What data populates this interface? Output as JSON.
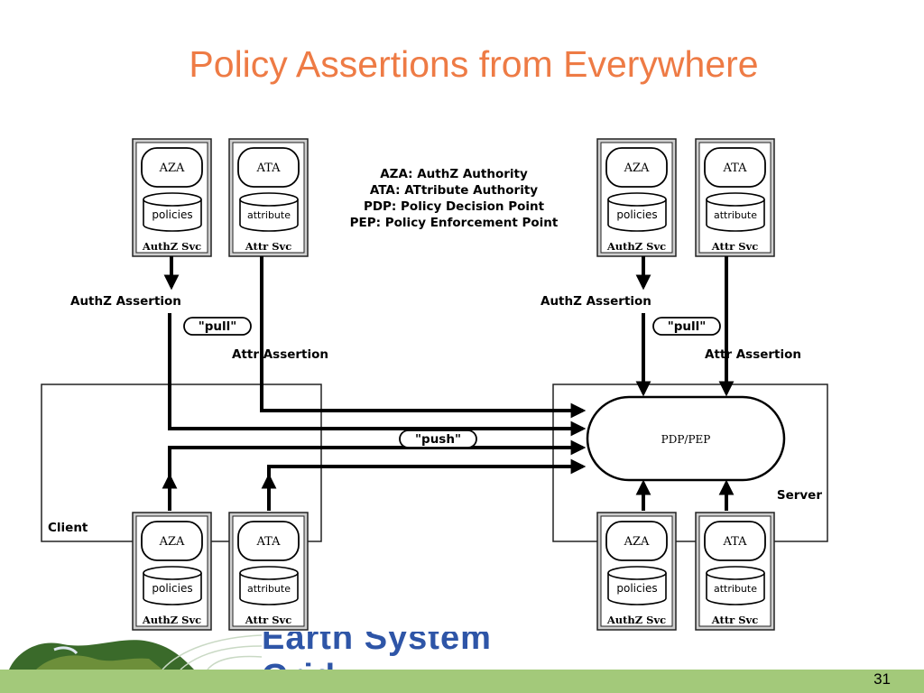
{
  "slide": {
    "title": "Policy Assertions from Everywhere",
    "number": "31",
    "logo_text": "Earth System Grid"
  },
  "legend": [
    "AZA: AuthZ Authority",
    "ATA: ATtribute Authority",
    "PDP: Policy Decision Point",
    "PEP: Policy Enforcement Point"
  ],
  "services": {
    "aza": {
      "name": "AZA",
      "store": "policies",
      "caption": "AuthZ Svc"
    },
    "ata": {
      "name": "ATA",
      "store": "attribute",
      "caption": "Attr Svc"
    }
  },
  "labels": {
    "authz_assertion": "AuthZ Assertion",
    "attr_assertion": "Attr Assertion",
    "pull": "\"pull\"",
    "push": "\"push\"",
    "client": "Client",
    "server": "Server",
    "pdp_pep": "PDP/PEP"
  }
}
